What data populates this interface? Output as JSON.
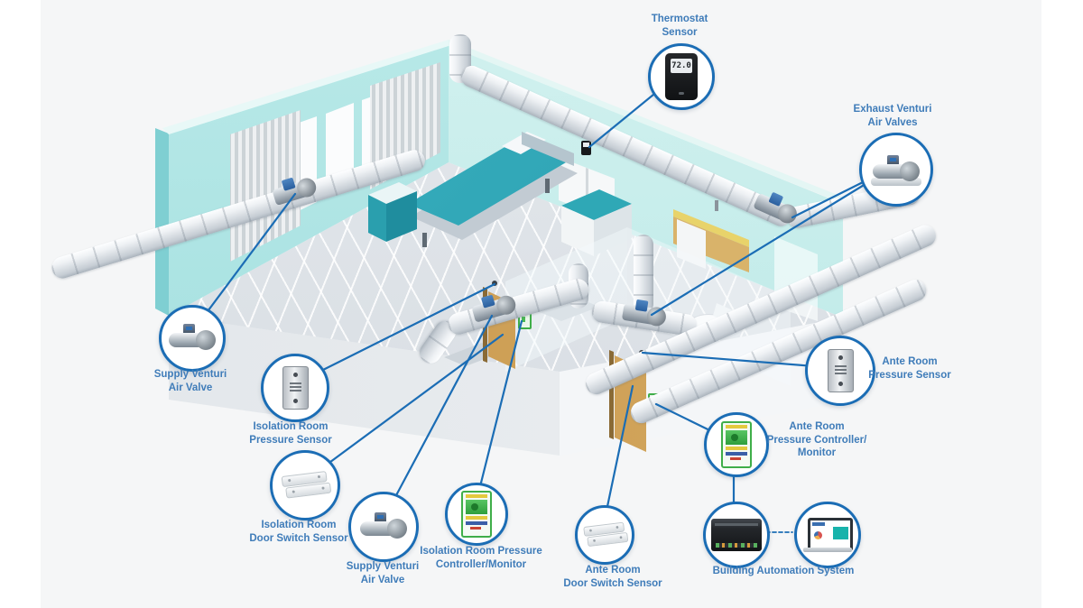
{
  "colors": {
    "accent_blue": "#1b6db5",
    "label_blue": "#3f7cb9",
    "wall_left_teal": "#a6e0e0",
    "wall_right_teal": "#c9eeec",
    "floor_gray": "#dde2e8",
    "canvas_bg": "#f5f6f7",
    "duct_metal": "#e9edf0",
    "device_green": "#3fae49",
    "bed_teal": "#2ba3b4",
    "door_wood": "#cda158"
  },
  "thermostat": {
    "display": "72.0"
  },
  "callouts": {
    "thermostat": "Thermostat\nSensor",
    "exhaust_venturi": "Exhaust Venturi\nAir Valves",
    "supply_venturi_left": "Supply Venturi\nAir Valve",
    "iso_pressure_sensor": "Isolation Room\nPressure Sensor",
    "iso_door_switch": "Isolation Room\nDoor Switch Sensor",
    "supply_venturi_2": "Supply Venturi\nAir Valve",
    "iso_pressure_controller": "Isolation Room Pressure\nController/Monitor",
    "ante_door_switch": "Ante Room\nDoor Switch Sensor",
    "ante_pressure_sensor": "Ante Room\nPressure Sensor",
    "ante_pressure_controller": "Ante Room\nPressure Controller/\nMonitor",
    "bas": "Building Automation System"
  },
  "icons": [
    "thermostat-icon",
    "venturi-valve-icon",
    "pressure-sensor-icon",
    "door-switch-icon",
    "pressure-controller-icon",
    "bas-controller-icon",
    "laptop-icon"
  ]
}
